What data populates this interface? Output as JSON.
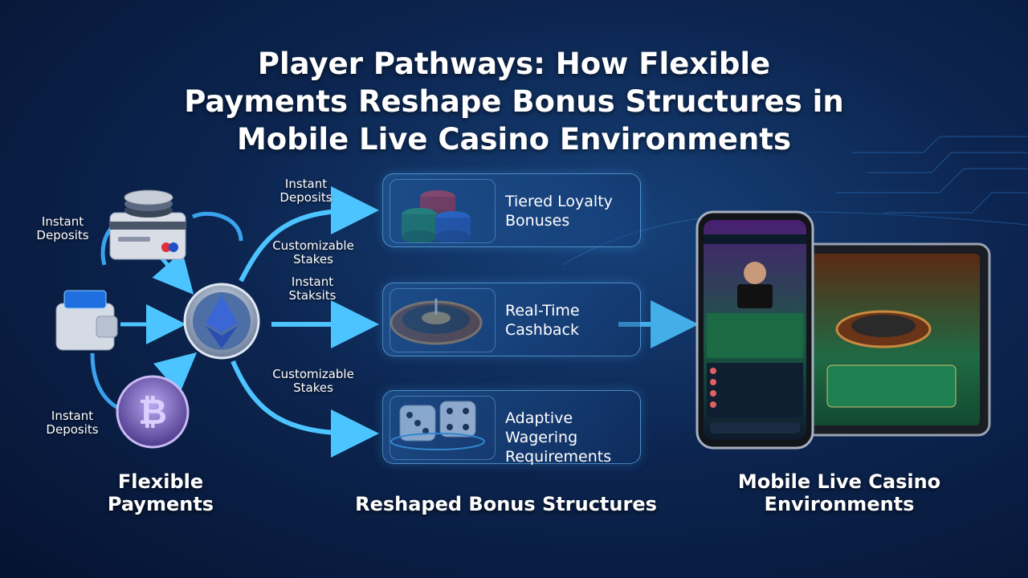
{
  "title": {
    "line1": "Player Pathways: How Flexible",
    "line2": "Payments Reshape Bonus Structures in",
    "line3": "Mobile Live Casino Environments"
  },
  "payments": {
    "label_top": {
      "line1": "Instant",
      "line2": "Deposits"
    },
    "label_bottom": {
      "line1": "Instant",
      "line2": "Deposits"
    },
    "section_label": {
      "line1": "Flexible",
      "line2": "Payments"
    },
    "icons": [
      "credit-card-icon",
      "wallet-icon",
      "bitcoin-icon",
      "ethereum-icon",
      "poker-chips-icon"
    ]
  },
  "flow_labels": [
    {
      "line1": "Instant",
      "line2": "Deposits"
    },
    {
      "line1": "Customizable",
      "line2": "Stakes"
    },
    {
      "line1": "Instant",
      "line2": "Staksits"
    },
    {
      "line1": "Customizable",
      "line2": "Stakes"
    }
  ],
  "bonus_cards": [
    {
      "line1": "Tiered Loyalty",
      "line2": "Bonuses",
      "icon": "casino-chips-icon"
    },
    {
      "line1": "Real-Time",
      "line2": "Cashback",
      "icon": "roulette-wheel-icon"
    },
    {
      "line1": "Adaptive Wagering",
      "line2": "Requirements",
      "icon": "dice-icon"
    }
  ],
  "bonus_section_label": "Reshaped Bonus Structures",
  "casino_section_label": {
    "line1": "Mobile Live Casino",
    "line2": "Environments"
  },
  "colors": {
    "accent": "#3fb8ff",
    "arrow": "#4cc4ff",
    "background": "#0c2550"
  }
}
